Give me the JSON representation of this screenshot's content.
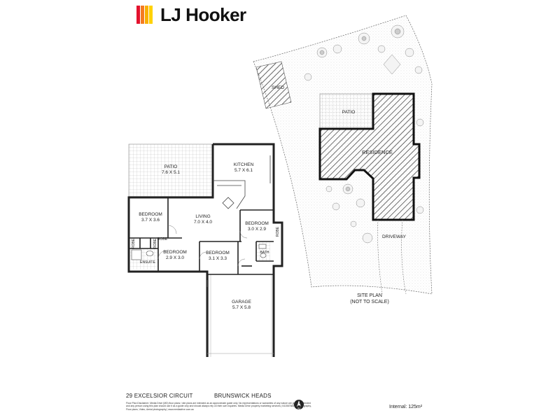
{
  "brand": {
    "name": "LJ Hooker",
    "mark_colors": [
      "#e3122d",
      "#f47b20",
      "#f9b000",
      "#ffd200"
    ]
  },
  "floorplan": {
    "rooms": {
      "patio": {
        "name": "PATIO",
        "size": "7.6 X 5.1"
      },
      "kitchen": {
        "name": "KITCHEN",
        "size": "5.7 X 6.1"
      },
      "living": {
        "name": "LIVING",
        "size": "7.0 X 4.0"
      },
      "bedroom1": {
        "name": "BEDROOM",
        "size": "3.7 X 3.6"
      },
      "bedroom2": {
        "name": "BEDROOM",
        "size": "3.0 X 2.9"
      },
      "bedroom3": {
        "name": "BEDROOM",
        "size": "2.9 X 3.0"
      },
      "bedroom4": {
        "name": "BEDROOM",
        "size": "3.1 X 3.3"
      },
      "garage": {
        "name": "GARAGE",
        "size": "5.7 X 5.8"
      },
      "ensuite": "ENSUITE",
      "bath": "BATH",
      "robe": "ROBE"
    }
  },
  "siteplan": {
    "shed": "SHED",
    "patio": "PATIO",
    "residence": "RESIDENCE",
    "driveway": "DRIVEWAY",
    "title": "SITE PLAN",
    "note": "(NOT TO SCALE)"
  },
  "footer": {
    "address": "29 EXCELSIOR CIRCUIT",
    "suburb": "BRUNSWICK HEADS",
    "disclaimer": "Floor Plan Disclaimer: Media Drive (MD) floor plans / site plans are intended as an approximate guide only. No representations or warranties of any nature are given or intended and any person using this plan should use it as a guide only and should always rely on their own inquiries. Media Drive property marketing services | 0415676834 | Photography, Floor plans, Video, Aerial photography | www.mediadrive.com.au",
    "internal": "Internal: 125m²",
    "compass": "N"
  }
}
